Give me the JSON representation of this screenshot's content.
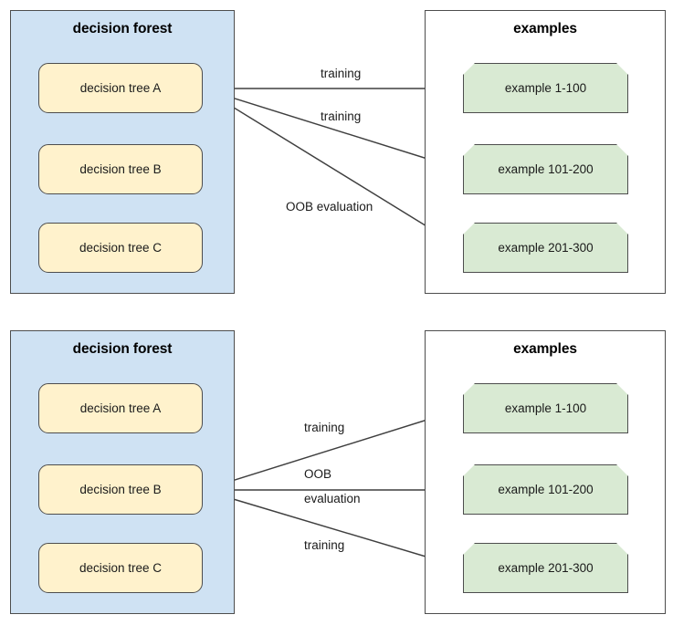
{
  "diagrams": [
    {
      "id": "top",
      "forest": {
        "title": "decision forest",
        "trees": [
          {
            "label": "decision tree A"
          },
          {
            "label": "decision tree B"
          },
          {
            "label": "decision tree C"
          }
        ]
      },
      "examples": {
        "title": "examples",
        "items": [
          {
            "label": "example 1-100"
          },
          {
            "label": "example 101-200"
          },
          {
            "label": "example 201-300"
          }
        ]
      },
      "edges": [
        {
          "from": "decision tree A",
          "to": "example 1-100",
          "label": "training",
          "label_line1": "training",
          "label_line2": ""
        },
        {
          "from": "decision tree A",
          "to": "example 101-200",
          "label": "training",
          "label_line1": "training",
          "label_line2": ""
        },
        {
          "from": "decision tree A",
          "to": "example 201-300",
          "label": "OOB evaluation",
          "label_line1": "OOB evaluation",
          "label_line2": ""
        }
      ]
    },
    {
      "id": "bottom",
      "forest": {
        "title": "decision forest",
        "trees": [
          {
            "label": "decision tree A"
          },
          {
            "label": "decision tree B"
          },
          {
            "label": "decision tree C"
          }
        ]
      },
      "examples": {
        "title": "examples",
        "items": [
          {
            "label": "example 1-100"
          },
          {
            "label": "example 101-200"
          },
          {
            "label": "example 201-300"
          }
        ]
      },
      "edges": [
        {
          "from": "decision tree B",
          "to": "example 1-100",
          "label": "training",
          "label_line1": "training",
          "label_line2": ""
        },
        {
          "from": "decision tree B",
          "to": "example 101-200",
          "label": "OOB evaluation",
          "label_line1": "OOB",
          "label_line2": "evaluation"
        },
        {
          "from": "decision tree B",
          "to": "example 201-300",
          "label": "training",
          "label_line1": "training",
          "label_line2": ""
        }
      ]
    }
  ],
  "colors": {
    "forest_fill": "#cfe2f3",
    "tree_fill": "#fff2cc",
    "example_fill": "#d9ead3",
    "stroke": "#4d4d4d",
    "text": "#1a1a1a",
    "background": "#ffffff"
  }
}
